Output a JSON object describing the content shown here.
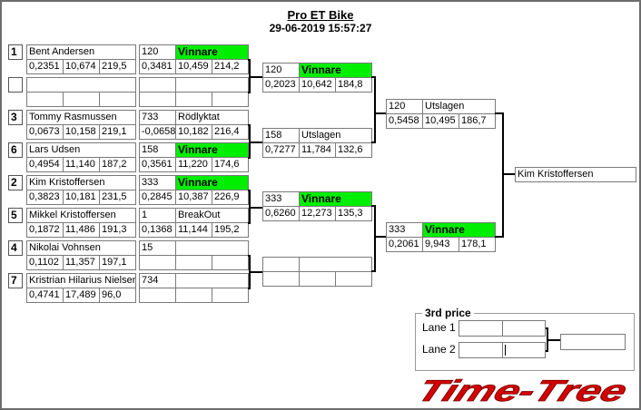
{
  "header": {
    "title": "Pro ET Bike",
    "timestamp": "29-06-2019 15:57:27"
  },
  "round1": [
    {
      "seed": "1",
      "name": "Bent Andersen",
      "rt": "0,2351",
      "et": "10,674",
      "speed": "219,5",
      "dial": "120",
      "status": "Vinnare",
      "r_rt": "0,3481",
      "r_et": "10,459",
      "r_speed": "214,2",
      "winner": true
    },
    {
      "seed": "",
      "name": "",
      "rt": "",
      "et": "",
      "speed": "",
      "dial": "",
      "status": "",
      "r_rt": "",
      "r_et": "",
      "r_speed": "",
      "winner": false
    },
    {
      "seed": "3",
      "name": "Tommy Rasmussen",
      "rt": "0,0673",
      "et": "10,158",
      "speed": "219,1",
      "dial": "733",
      "status": "Rödlyktat",
      "r_rt": "-0,0658",
      "r_et": "10,182",
      "r_speed": "216,4",
      "winner": false
    },
    {
      "seed": "6",
      "name": "Lars Udsen",
      "rt": "0,4954",
      "et": "11,140",
      "speed": "187,2",
      "dial": "158",
      "status": "Vinnare",
      "r_rt": "0,3561",
      "r_et": "11,220",
      "r_speed": "174,6",
      "winner": true
    },
    {
      "seed": "2",
      "name": "Kim Kristoffersen",
      "rt": "0,3823",
      "et": "10,181",
      "speed": "231,5",
      "dial": "333",
      "status": "Vinnare",
      "r_rt": "0,2845",
      "r_et": "10,387",
      "r_speed": "226,9",
      "winner": true
    },
    {
      "seed": "5",
      "name": "Mikkel Kristoffersen",
      "rt": "0,1872",
      "et": "11,486",
      "speed": "191,3",
      "dial": "1",
      "status": "BreakOut",
      "r_rt": "0,1368",
      "r_et": "11,144",
      "r_speed": "195,2",
      "winner": false
    },
    {
      "seed": "4",
      "name": "Nikolai Vohnsen",
      "rt": "0,1102",
      "et": "11,357",
      "speed": "197,1",
      "dial": "15",
      "status": "",
      "r_rt": "",
      "r_et": "",
      "r_speed": "",
      "winner": false
    },
    {
      "seed": "7",
      "name": "Kristrian Hilarius Nielsen",
      "rt": "0,4741",
      "et": "17,489",
      "speed": "96,0",
      "dial": "734",
      "status": "",
      "r_rt": "",
      "r_et": "",
      "r_speed": "",
      "winner": false
    }
  ],
  "round2": [
    {
      "dial": "120",
      "status": "Vinnare",
      "rt": "0,2023",
      "et": "10,642",
      "speed": "184,8",
      "winner": true
    },
    {
      "dial": "158",
      "status": "Utslagen",
      "rt": "0,7277",
      "et": "11,784",
      "speed": "132,6",
      "winner": false
    },
    {
      "dial": "333",
      "status": "Vinnare",
      "rt": "0,6260",
      "et": "12,273",
      "speed": "135,3",
      "winner": true
    },
    {
      "dial": "",
      "status": "",
      "rt": "",
      "et": "",
      "speed": "",
      "winner": false
    }
  ],
  "round3": [
    {
      "dial": "120",
      "status": "Utslagen",
      "rt": "0,5458",
      "et": "10,495",
      "speed": "186,7",
      "winner": false
    },
    {
      "dial": "333",
      "status": "Vinnare",
      "rt": "0,2061",
      "et": "9,943",
      "speed": "178,1",
      "winner": true
    }
  ],
  "final": {
    "name": "Kim Kristoffersen"
  },
  "third_price": {
    "legend": "3rd price",
    "lane1_label": "Lane 1",
    "lane2_label": "Lane 2",
    "lane1_a": "",
    "lane1_b": "",
    "lane2_a": "",
    "lane2_b": "",
    "result": ""
  },
  "logo": {
    "text": "Time-Tree",
    "color": "#d40000"
  },
  "colors": {
    "winner": "#00ee00",
    "line": "#000000",
    "border": "#7a7a7a"
  }
}
